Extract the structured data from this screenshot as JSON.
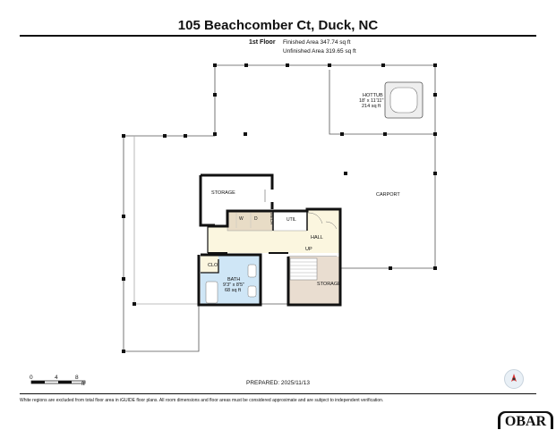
{
  "title": "105 Beachcomber Ct, Duck, NC",
  "floor": {
    "name": "1st Floor",
    "finished_area": "Finished Area 347.74 sq ft",
    "unfinished_area": "Unfinished Area 319.65 sq ft"
  },
  "rooms": {
    "hottub_label": "HOTTUB",
    "hottub_dims": "18' x 11'11\"",
    "hottub_area": "214 sq ft",
    "carport": "CARPORT",
    "storage_top": "STORAGE",
    "storage_bottom": "STORAGE",
    "hall": "HALL",
    "up": "UP",
    "util": "UTIL",
    "mech": "MECH",
    "clo": "CLO",
    "bath_label": "BATH",
    "bath_dims": "9'3\" x 8'5\"",
    "bath_area": "68 sq ft",
    "w": "W",
    "d": "D"
  },
  "scale": {
    "marks": [
      "0",
      "4",
      "8"
    ],
    "unit": "ft"
  },
  "prepared": "PREPARED: 2025/11/13",
  "disclaimer": "White regions are excluded from total floor area in iGUIDE floor plans. All room dimensions and floor areas must be considered approximate and are subject to independent verification.",
  "badge": "OBAR",
  "colors": {
    "wall": "#111111",
    "hall": "#fbf6df",
    "bath": "#cfe6f6",
    "storage": "#e9ddd0",
    "appliance": "#e8dcc6",
    "hottub_fill": "#eeeeee"
  }
}
